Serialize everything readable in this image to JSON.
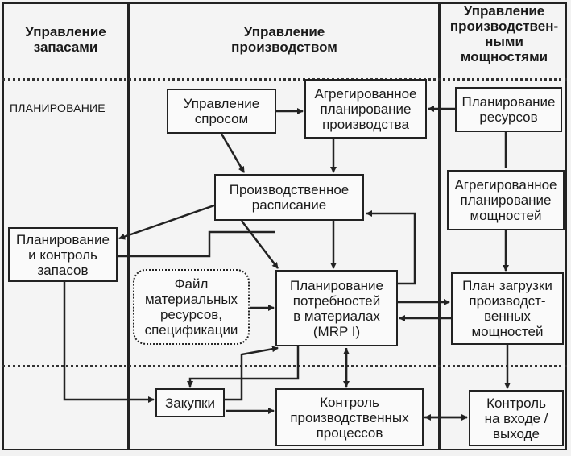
{
  "columns": {
    "inventory": "Управление\nзапасами",
    "production": "Управление\nпроизводством",
    "capacity": "Управление\nпроизводствен-\nными\nмощностями"
  },
  "rows": {
    "planning": "ПЛАНИРОВАНИЕ"
  },
  "boxes": {
    "demand_mgmt": "Управление\nспросом",
    "aggregate_prod_planning": "Агрегированное\nпланирование\nпроизводства",
    "resource_planning": "Планирование\nресурсов",
    "production_schedule": "Производственное\nрасписание",
    "aggregate_capacity_planning": "Агрегированное\nпланирование\nмощностей",
    "inventory_planning_control": "Планирование\nи контроль\nзапасов",
    "resource_file": "Файл\nматериальных\nресурсов,\nспецификации",
    "mrp": "Планирование\nпотребностей\nв материалах\n(MRP I)",
    "capacity_load_plan": "План загрузки\nпроизводст-\nвенных\nмощностей",
    "purchasing": "Закупки",
    "process_control": "Контроль\nпроизводственных\nпроцессов",
    "io_control": "Контроль\nна входе /\nвыходе"
  }
}
